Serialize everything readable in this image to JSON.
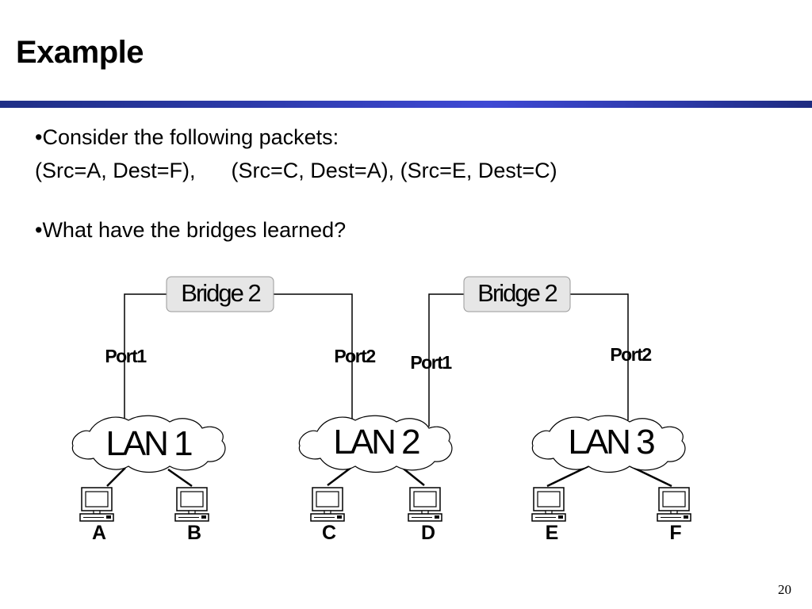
{
  "slide": {
    "title": "Example",
    "bullet1": "•Consider the following packets:",
    "packets_line": "(Src=A, Dest=F),      (Src=C, Dest=A), (Src=E, Dest=C)",
    "bullet2": "•What have the bridges learned?",
    "page_number": "20"
  },
  "diagram": {
    "bridges": [
      {
        "label": "Bridge 2"
      },
      {
        "label": "Bridge 2"
      }
    ],
    "ports": [
      "Port1",
      "Port2",
      "Port1",
      "Port2"
    ],
    "lans": [
      "LAN 1",
      "LAN 2",
      "LAN 3"
    ],
    "hosts": [
      "A",
      "B",
      "C",
      "D",
      "E",
      "F"
    ],
    "colors": {
      "bridge_fill": "#e6e6e6",
      "line": "#000000",
      "title_rule": "#2c3aa8"
    }
  }
}
